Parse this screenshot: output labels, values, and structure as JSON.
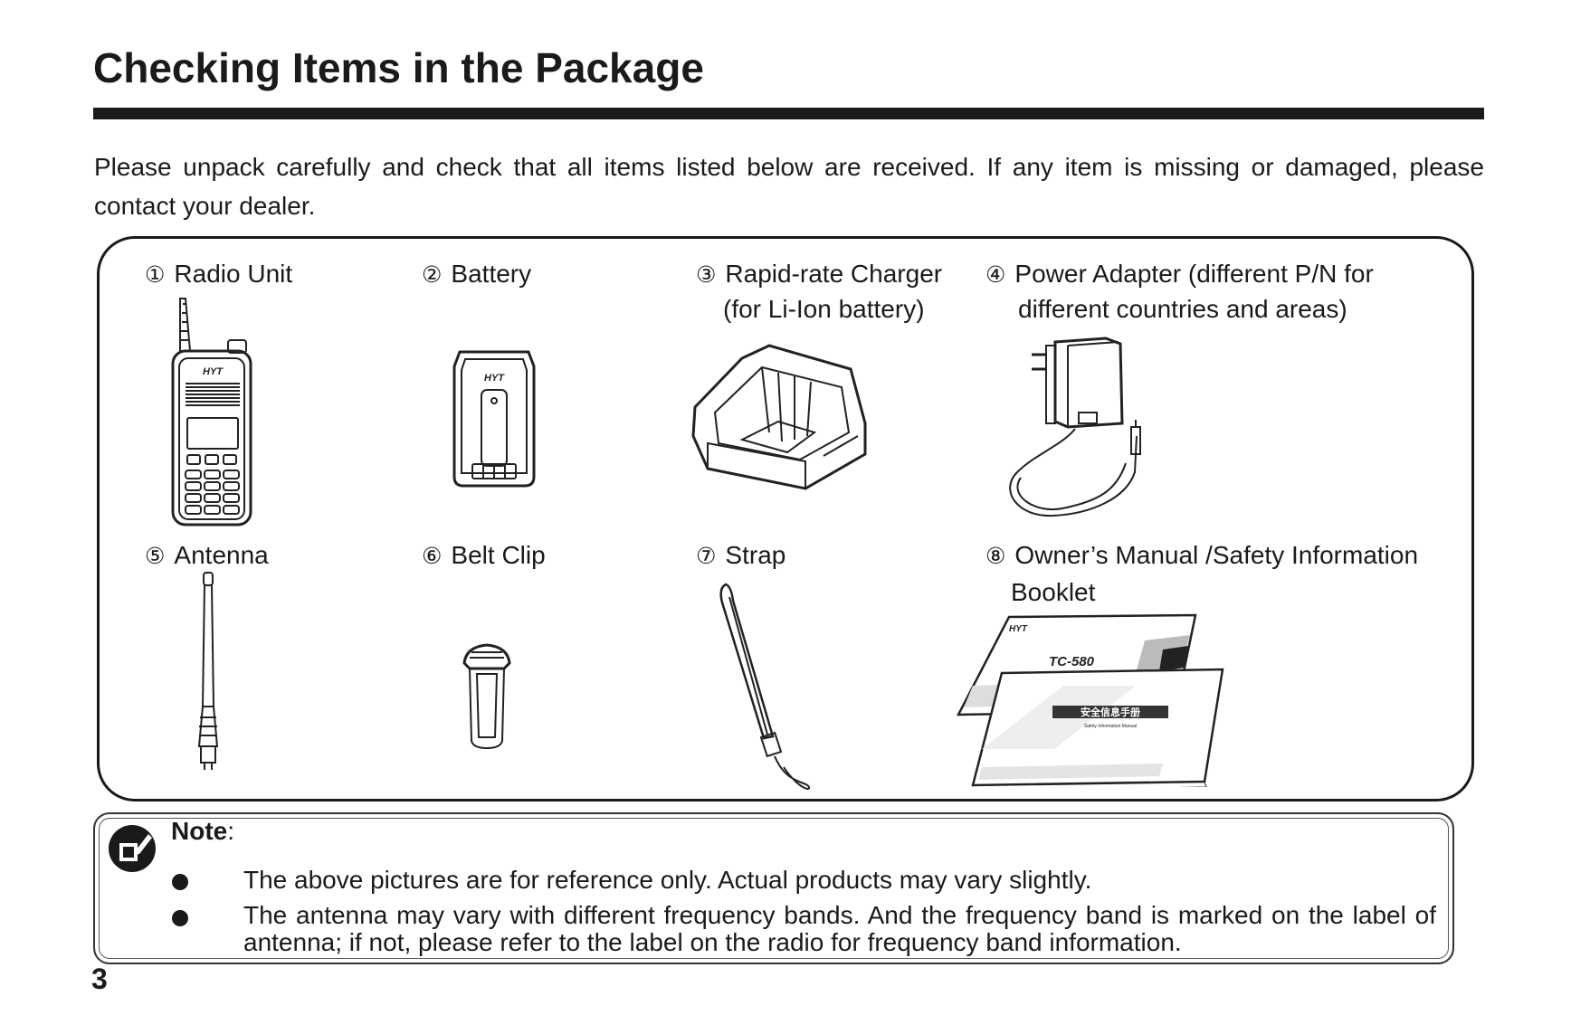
{
  "page": {
    "title": "Checking Items in the Package",
    "intro": "Please unpack carefully and check that all items listed below are received. If any item is missing or damaged, please contact your dealer.",
    "page_number": "3"
  },
  "items": [
    {
      "num": "①",
      "label": "Radio Unit",
      "icon": "radio-unit-icon"
    },
    {
      "num": "②",
      "label": "Battery",
      "icon": "battery-icon"
    },
    {
      "num": "③",
      "label": "Rapid-rate Charger",
      "label2": "(for Li-Ion battery)",
      "icon": "charger-icon"
    },
    {
      "num": "④",
      "label": "Power Adapter (different P/N for",
      "label2": "different countries and areas)",
      "icon": "power-adapter-icon"
    },
    {
      "num": "⑤",
      "label": "Antenna",
      "icon": "antenna-icon"
    },
    {
      "num": "⑥",
      "label": "Belt Clip",
      "icon": "belt-clip-icon"
    },
    {
      "num": "⑦",
      "label": "Strap",
      "icon": "strap-icon"
    },
    {
      "num": "⑧",
      "label": "Owner’s Manual /Safety Information",
      "label2": "Booklet",
      "icon": "manual-booklet-icon"
    }
  ],
  "artwork": {
    "brand": "HYT",
    "manual_model": "TC-580",
    "safety_booklet_title": "安全信息手册",
    "safety_booklet_subtitle": "Safety Information Manual"
  },
  "note": {
    "title": "Note",
    "colon": ":",
    "icon": "note-pencil-icon",
    "bullets": [
      "The above pictures are for reference only. Actual products may vary slightly.",
      "The antenna may vary with different frequency bands. And the frequency band is marked on the label of antenna; if not, please refer to the label on the radio for frequency band information."
    ]
  }
}
